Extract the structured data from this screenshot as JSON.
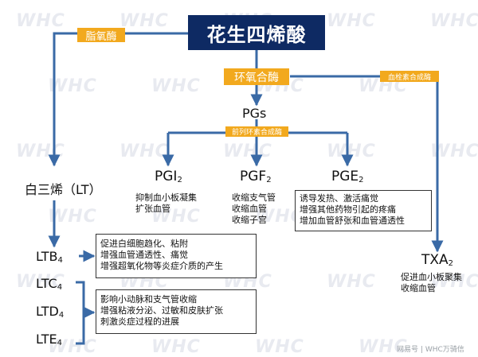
{
  "title": "花生四烯酸",
  "enzymes": {
    "lipoxygenase": "脂氧酶",
    "cyclooxygenase": "环氧合酶",
    "thromboxane_synthase": "血栓素合成酶",
    "prostaglandin_synthase": "前列环素合成酶"
  },
  "nodes": {
    "pgs": "PGs",
    "pgi": "PGI",
    "pgi_sub": "2",
    "pgf": "PGF",
    "pgf_sub": "2",
    "pge": "PGE",
    "pge_sub": "2",
    "txa": "TXA",
    "txa_sub": "2",
    "leukotriene": "白三烯（LT）",
    "ltb": "LTB",
    "ltb_sub": "4",
    "ltc": "LTC",
    "ltc_sub": "4",
    "ltd": "LTD",
    "ltd_sub": "4",
    "lte": "LTE",
    "lte_sub": "4"
  },
  "descriptions": {
    "pgi": [
      "抑制血小板凝集",
      "扩张血管"
    ],
    "pgf": [
      "收缩支气管",
      "收缩血管",
      "收缩子宫"
    ],
    "pge": [
      "诱导发热、激活痛觉",
      "增强其他药物引起的疼痛",
      "增加血管舒张和血管通透性"
    ],
    "txa": [
      "促进血小板聚集",
      "收缩血管"
    ],
    "ltb": [
      "促进白细胞趋化、粘附",
      "增强血管通透性、痛觉",
      "增强超氧化物等炎症介质的产生"
    ],
    "ltcde": [
      "影响小动脉和支气管收缩",
      "增强粘液分泌、过敏和皮肤扩张",
      "刺激炎症过程的进展"
    ]
  },
  "watermark": "WHC",
  "footer": {
    "source": "网易号",
    "separator": "|",
    "account": "WHC万骑信"
  },
  "colors": {
    "arrow": "#3a6aa6",
    "title_bg": "#0e2a63",
    "enzyme_bg": "#f2a91e"
  }
}
